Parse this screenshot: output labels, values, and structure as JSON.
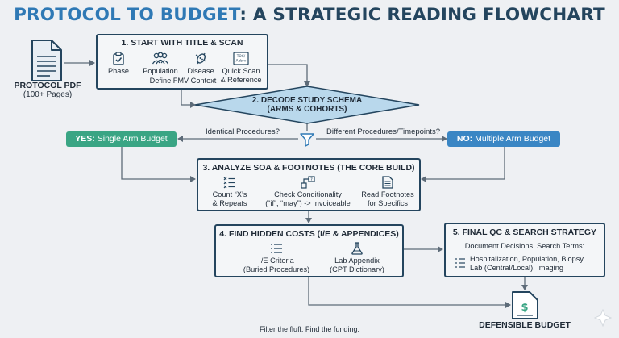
{
  "title": {
    "part1": "PROTOCOL TO BUDGET",
    "part2": ": A STRATEGIC READING FLOWCHART"
  },
  "protocol": {
    "line1": "PROTOCOL PDF",
    "line2": "(100+ Pages)"
  },
  "step1": {
    "title": "1. START WITH TITLE & SCAN",
    "items": [
      {
        "label": "Phase",
        "icon": "clipboard-check-icon"
      },
      {
        "label": "Population",
        "icon": "people-group-icon"
      },
      {
        "label": "Disease",
        "icon": "microbe-icon"
      },
      {
        "label": "Quick Scan",
        "label2": "& Reference",
        "icon": "toc-document-icon",
        "icon_text1": "TOC/",
        "icon_text2": "Abbrv"
      }
    ],
    "sub": "Define FMV Context"
  },
  "step2": {
    "line1": "2. DECODE STUDY SCHEMA",
    "line2": "(ARMS & COHORTS)"
  },
  "branch": {
    "left_q": "Identical Procedures?",
    "right_q": "Different Procedures/Timepoints?",
    "yes_label": "YES:",
    "yes_text": " Single Arm Budget",
    "no_label": "NO:",
    "no_text": " Multiple Arm Budget"
  },
  "step3": {
    "title": "3. ANALYZE SOA & FOOTNOTES (THE CORE BUILD)",
    "items": [
      {
        "label": "Count “X’s",
        "label2": "& Repeats",
        "icon": "checklist-x-icon"
      },
      {
        "label": "Check Conditionality",
        "label2": "(“if”, “may”) -> Invoiceable",
        "icon": "conditional-nodes-icon"
      },
      {
        "label": "Read Footnotes",
        "label2": "for Specifics",
        "icon": "document-icon"
      }
    ]
  },
  "step4": {
    "title": "4. FIND HIDDEN COSTS (I/E & APPENDICES)",
    "items": [
      {
        "label": "I/E Criteria",
        "label2": "(Buried Procedures)",
        "icon": "list-icon"
      },
      {
        "label": "Lab Appendix",
        "label2": "(CPT Dictionary)",
        "icon": "flask-icon"
      }
    ]
  },
  "step5": {
    "title": "5. FINAL QC & SEARCH STRATEGY",
    "subtitle": "Document Decisions. Search Terms:",
    "terms1": "Hospitalization, Population, Biopsy,",
    "terms2": "Lab (Central/Local), Imaging"
  },
  "final": {
    "label": "DEFENSIBLE BUDGET"
  },
  "footer": "Filter the fluff. Find the funding.",
  "colors": {
    "blue": "#2f79b5",
    "navy": "#24455e",
    "green": "#3aa584",
    "pill_blue": "#3a86c4",
    "diamond": "#b9d8ec",
    "line": "#5d6b78"
  }
}
